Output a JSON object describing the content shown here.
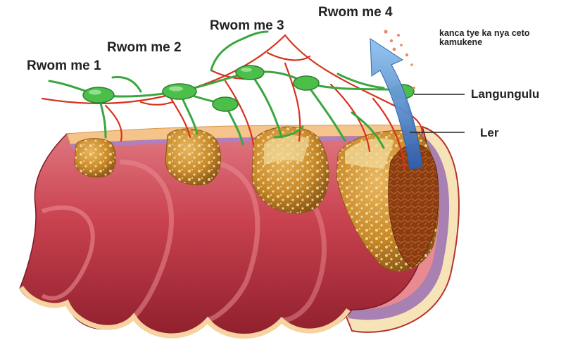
{
  "labels": {
    "stage1": "Rwom me 1",
    "stage2": "Rwom me 2",
    "stage3": "Rwom me 3",
    "stage4": "Rwom me 4",
    "lymph_node": "Langungulu",
    "blood_vessel": "Ler",
    "spread_note": {
      "line1": "kanca tye ka nya ceto",
      "line2": "kamukene"
    }
  },
  "colors": {
    "colon_wall": "#c9414f",
    "colon_dark": "#8e1f2c",
    "colon_light": "#e98a92",
    "fat_layer": "#f4c48a",
    "tumor": "#c98a2a",
    "tumor_spots": "#f7e2a8",
    "tumor_core": "#8a3c12",
    "lymph_vessel": "#3aa640",
    "lymph_node": "#4cbf4a",
    "blood_vessel": "#d8321f",
    "arrow": "#4a86cf",
    "pointer_line": "#222222",
    "membrane_purple": "#9a6fb0"
  }
}
